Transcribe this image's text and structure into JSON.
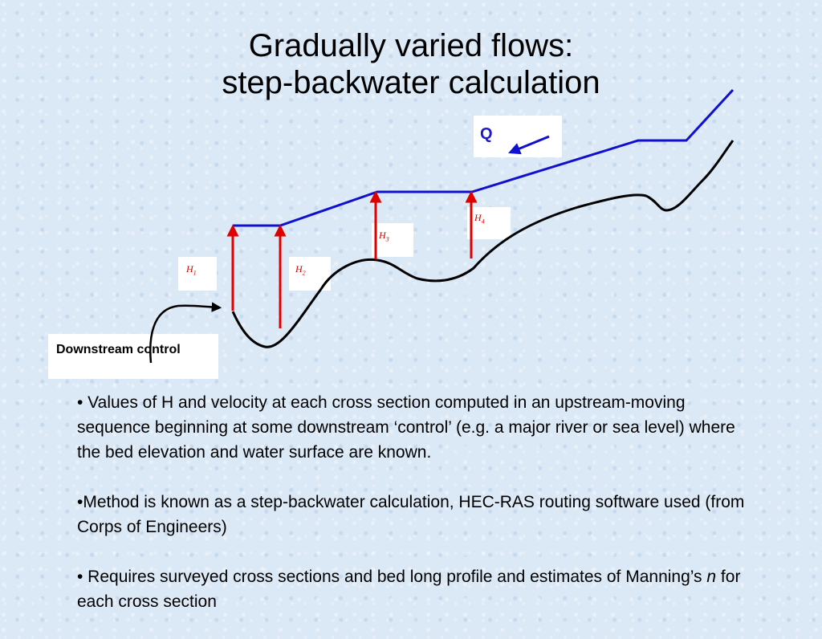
{
  "title": {
    "line1": "Gradually varied flows:",
    "line2": "step-backwater calculation"
  },
  "diagram": {
    "q_label": "Q",
    "h_labels": [
      {
        "base": "H",
        "sub": "1"
      },
      {
        "base": "H",
        "sub": "2"
      },
      {
        "base": "H",
        "sub": "3"
      },
      {
        "base": "H",
        "sub": "4"
      }
    ],
    "downstream_label": "Downstream control",
    "colors": {
      "water_surface": "#1010d0",
      "bed": "#000000",
      "depth_arrows": "#e00000",
      "flow_arrow": "#1010d0"
    }
  },
  "bullets": {
    "b1": "• Values of H and velocity at each cross section computed in an upstream-moving sequence beginning at some downstream ‘control’ (e.g. a major river or sea level) where the bed elevation and water surface are known.",
    "b2": "•Method is known as a step-backwater calculation, HEC-RAS routing software used (from Corps of Engineers)",
    "b3_pre": "• Requires surveyed cross sections and bed long profile and estimates of Manning’s ",
    "b3_italic": "n",
    "b3_post": " for each cross section"
  }
}
